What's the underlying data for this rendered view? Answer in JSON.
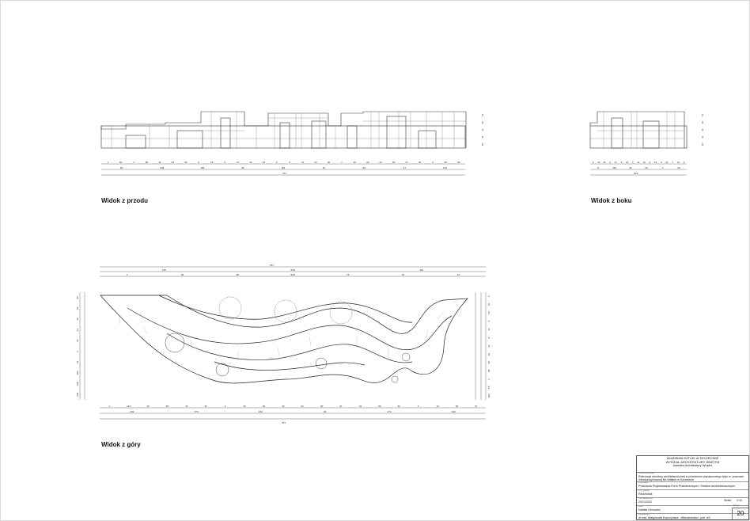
{
  "views": {
    "front_label": "Widok z przodu",
    "side_label": "Widok z boku",
    "top_label": "Widok z góry"
  },
  "front_dims": {
    "row1": [
      "1",
      "54",
      "1",
      "86",
      "41",
      "63",
      "20",
      "6",
      "19",
      "1",
      "27",
      "33",
      "43",
      "1",
      "3",
      "47",
      "12",
      "20",
      "7",
      "36",
      "19",
      "23",
      "52",
      "27",
      "30",
      "3",
      "55",
      "96"
    ],
    "row2": [
      "54",
      "193",
      "193",
      "62",
      "151",
      "19",
      "93",
      "17",
      "103"
    ],
    "total": "767",
    "vertical": [
      "10",
      "11",
      "11",
      "15",
      "73"
    ]
  },
  "side_dims": {
    "row1": [
      "4",
      "19",
      "15",
      "4",
      "37",
      "6",
      "14",
      "7",
      "11",
      "10",
      "2",
      "13",
      "6",
      "21",
      "7",
      "14",
      "4"
    ],
    "row2": [
      "8",
      "116",
      "31",
      "21",
      "7",
      "18"
    ],
    "total": "203",
    "vertical": [
      "10",
      "11",
      "11",
      "15",
      "73"
    ]
  },
  "top_dims": {
    "top_total": "767",
    "top_row1": [
      "115",
      "538",
      "114"
    ],
    "top_row2": [
      "1",
      "63",
      "68",
      "539",
      "75",
      "20",
      "14"
    ],
    "bottom_row1": [
      "1",
      "141",
      "10",
      "25",
      "32",
      "32",
      "4",
      "20",
      "60",
      "40",
      "61",
      "30",
      "61",
      "33",
      "90",
      "32",
      "4",
      "13",
      "36",
      "67"
    ],
    "bottom_row2": [
      "133",
      "770",
      "150",
      "20",
      "170",
      "152"
    ],
    "bottom_total": "767",
    "left_vertical": [
      "203",
      "118",
      "104",
      "19",
      "6",
      "31",
      "21",
      "15",
      "51",
      "85"
    ],
    "right_vertical": [
      "203",
      "15",
      "6",
      "30",
      "30",
      "64",
      "22",
      "8",
      "47",
      "6",
      "16",
      "15",
      "4"
    ]
  },
  "title_block": {
    "header_lines": [
      "AKADEMIA SZTUKI W SZCZECINIE",
      "WYDZIAŁ ARCHITEKTURY WNĘTRZ",
      "Katedra Architektury Wnętrz"
    ],
    "subject_label": "Temat ćwiczenia",
    "subject": "Rekreacja struktury architektonicznej w przestrzeni wynajmowego stylu w: pracowni interdyscyplinarnej Na Wałach w Szczecinie",
    "studio_label": "Pracownia",
    "studio": "Pracownia Projektowania Form Przestrzennych i Struktur Architektonicznych",
    "type_label": "Typ rysunku",
    "type": "Rzut/widok",
    "year_label": "Rok akademicki",
    "year": "2021/2022",
    "scale_label": "Skala",
    "scale": "1:10",
    "author_label": "Autor",
    "author": "Natalia Grinowicz",
    "supervisor_label": "Prowadzący",
    "supervisor": "dr hab. Małgorzata Kopczyńska - Mielcarzewicz, prof. AS",
    "sheet_label": "Nr rys.",
    "sheet_number": "20"
  }
}
